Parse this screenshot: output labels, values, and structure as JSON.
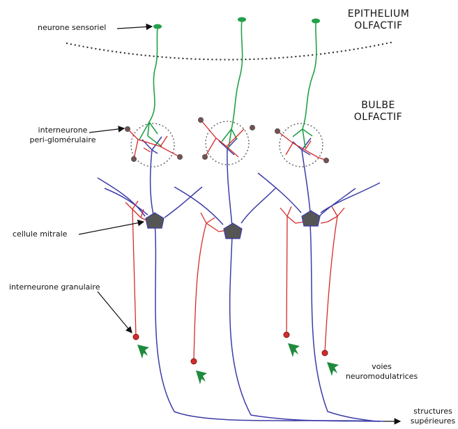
{
  "labels": {
    "sensory_neuron": "neurone sensoriel",
    "periglomerular_interneuron": [
      "interneurone",
      "peri-glomérulaire"
    ],
    "mitral_cell": "cellule mitrale",
    "granular_interneuron": "interneurone granulaire",
    "neuromodulatory_pathways": [
      "voies",
      "neuromodulatrices"
    ],
    "higher_structures": [
      "structures",
      "supérieures"
    ]
  },
  "regions": {
    "olfactory_epithelium": [
      "EPITHELIUM",
      "OLFACTIF"
    ],
    "olfactory_bulb": [
      "BULBE",
      "OLFACTIF"
    ]
  },
  "colors": {
    "sensory_neuron": "#22a04a",
    "mitral_cell_dendrite": "#3c3ca8",
    "interneuron": "#d42b2b",
    "cell_body": "#555555",
    "neuromodulatory_arrow": "#1f8a3c",
    "pointer_arrow": "#111111"
  }
}
